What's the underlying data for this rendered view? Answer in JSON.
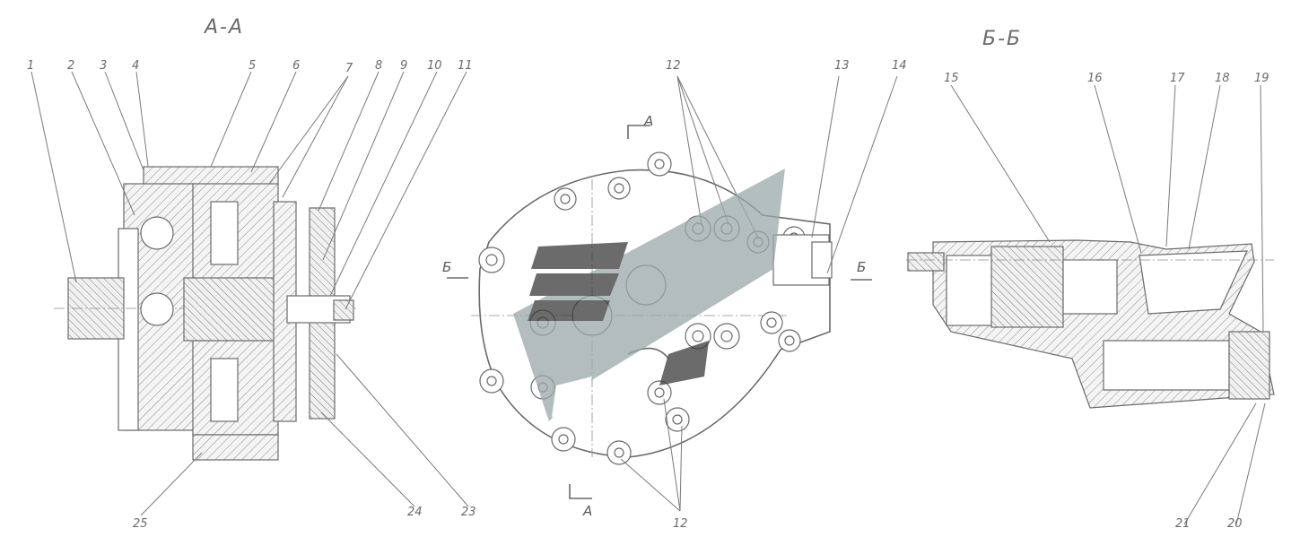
{
  "titles": {
    "section_aa": "А-А",
    "section_bb": "Б-Б"
  },
  "section_marks": {
    "top": "А",
    "bottom": "А",
    "left": "Б",
    "right": "Б"
  },
  "callouts": {
    "c1": "1",
    "c2": "2",
    "c3": "3",
    "c4": "4",
    "c5": "5",
    "c6": "6",
    "c7": "7",
    "c8": "8",
    "c9": "9",
    "c10": "10",
    "c11": "11",
    "c12a": "12",
    "c12b": "12",
    "c13": "13",
    "c14": "14",
    "c15": "15",
    "c16": "16",
    "c17": "17",
    "c18": "18",
    "c19": "19",
    "c20": "20",
    "c21": "21",
    "c23": "23",
    "c24": "24",
    "c25": "25"
  },
  "colors": {
    "line": "#6a6a6a",
    "watermark": "#9aa8a8",
    "watermark_dark": "#3a3a3a"
  }
}
